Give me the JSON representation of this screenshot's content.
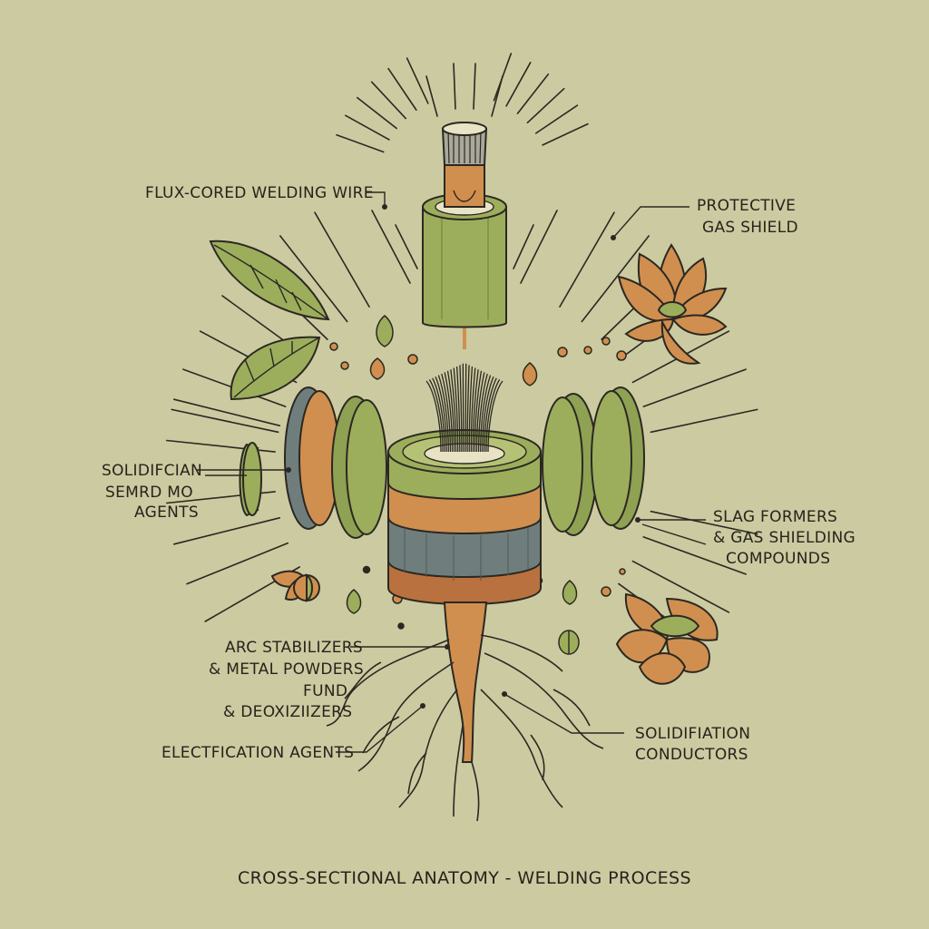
{
  "colors": {
    "background": "#cccaa0",
    "ink": "#2b2822",
    "green": "#9cae5c",
    "orange": "#d08f4f",
    "slate": "#6f7e7c",
    "brown": "#b9713f",
    "cream": "#e8e3c4"
  },
  "labels": {
    "flux_wire": "FLUX-CORED WELDING WIRE",
    "gas_shield_1": "PROTECTIVE",
    "gas_shield_2": "GAS SHIELD",
    "solid_1": "SOLIDIFCIAN",
    "solid_2": "SEMRD MO",
    "solid_3": "AGENTS",
    "slag_1": "SLAG FORMERS",
    "slag_2": "& GAS SHIELDING",
    "slag_3": "COMPOUNDS",
    "arc_1": "ARC STABILIZERS",
    "arc_2": "& METAL POWDERS",
    "arc_3": "FUND",
    "arc_4": "& DEOXIZIIZERS",
    "elect": "ELECTFICATION AGENTS",
    "solidif_1": "SOLIDIFIATION",
    "solidif_2": "CONDUCTORS"
  },
  "title": "CROSS-SECTIONAL ANATOMY - WELDING PROCESS",
  "icons": [
    "leaf-icon",
    "lotus-flower-icon",
    "seed-icon",
    "root-icon"
  ]
}
